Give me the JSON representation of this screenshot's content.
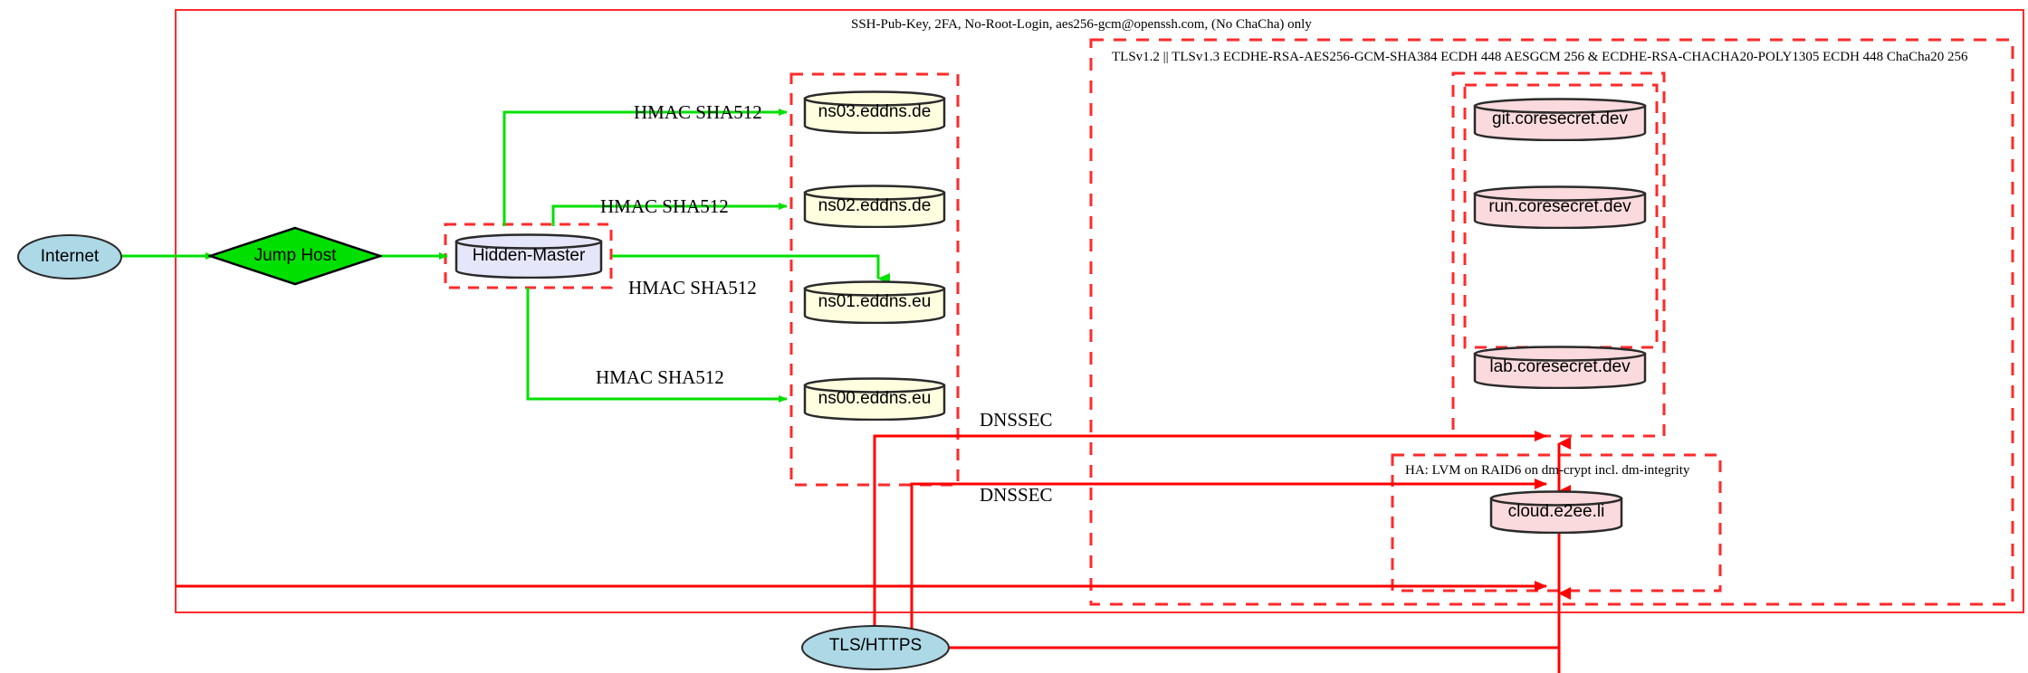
{
  "diagram": {
    "title_top": "SSH-Pub-Key, 2FA, No-Root-Login, aes256-gcm@openssh.com, (No ChaCha) only",
    "zones": [
      {
        "id": "tls-zone",
        "label": "TLSv1.2 || TLSv1.3 ECDHE-RSA-AES256-GCM-SHA384 ECDH 448 AESGCM 256 & ECDHE-RSA-CHACHA20-POLY1305 ECDH 448 ChaCha20 256"
      },
      {
        "id": "ha-zone",
        "label": "HA: LVM on RAID6 on dm-crypt incl. dm-integrity"
      },
      {
        "id": "dns-zone",
        "label": ""
      },
      {
        "id": "master-zone",
        "label": ""
      },
      {
        "id": "coresecret-zone",
        "label": ""
      },
      {
        "id": "gitrun-zone",
        "label": ""
      }
    ],
    "nodes": [
      {
        "id": "internet",
        "label": "Internet",
        "shape": "ellipse",
        "fill": "#add8e6"
      },
      {
        "id": "jumphost",
        "label": "Jump Host",
        "shape": "diamond",
        "fill": "#00e000"
      },
      {
        "id": "master",
        "label": "Hidden-Master",
        "shape": "cylinder",
        "fill": "#e6e6fa"
      },
      {
        "id": "ns03",
        "label": "ns03.eddns.de",
        "shape": "cylinder",
        "fill": "#ffffe0"
      },
      {
        "id": "ns02",
        "label": "ns02.eddns.de",
        "shape": "cylinder",
        "fill": "#ffffe0"
      },
      {
        "id": "ns01",
        "label": "ns01.eddns.eu",
        "shape": "cylinder",
        "fill": "#ffffe0"
      },
      {
        "id": "ns00",
        "label": "ns00.eddns.eu",
        "shape": "cylinder",
        "fill": "#ffffe0"
      },
      {
        "id": "git",
        "label": "git.coresecret.dev",
        "shape": "cylinder",
        "fill": "#fadadd"
      },
      {
        "id": "run",
        "label": "run.coresecret.dev",
        "shape": "cylinder",
        "fill": "#fadadd"
      },
      {
        "id": "lab",
        "label": "lab.coresecret.dev",
        "shape": "cylinder",
        "fill": "#fadadd"
      },
      {
        "id": "cloud",
        "label": "cloud.e2ee.li",
        "shape": "cylinder",
        "fill": "#fadadd"
      },
      {
        "id": "tlshttps",
        "label": "TLS/HTTPS",
        "shape": "ellipse",
        "fill": "#add8e6"
      }
    ],
    "edge_labels": [
      {
        "id": "hmac-ns03",
        "label": "HMAC SHA512"
      },
      {
        "id": "hmac-ns02",
        "label": "HMAC SHA512"
      },
      {
        "id": "hmac-ns01",
        "label": "HMAC SHA512"
      },
      {
        "id": "hmac-ns00",
        "label": "HMAC SHA512"
      },
      {
        "id": "dnssec-1",
        "label": "DNSSEC"
      },
      {
        "id": "dnssec-2",
        "label": "DNSSEC"
      }
    ],
    "colors": {
      "flow_green": "#00e000",
      "boundary_red": "#ff2a2a",
      "outline_black": "#2a2a2a"
    }
  }
}
